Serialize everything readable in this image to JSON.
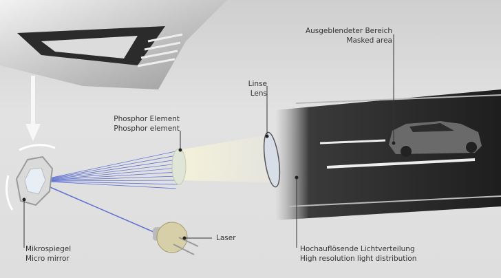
{
  "labels": {
    "masked_area": {
      "de": "Ausgeblendeter Bereich",
      "en": "Masked area"
    },
    "lens": {
      "de": "Linse",
      "en": "Lens"
    },
    "phosphor": {
      "de": "Phosphor Element",
      "en": "Phosphor element"
    },
    "laser": {
      "de": "Laser"
    },
    "micro_mirror": {
      "de": "Mikrospiegel",
      "en": "Micro mirror"
    },
    "light_distribution": {
      "de": "Hochauflösende Lichtverteilung",
      "en": "High resolution light distribution"
    }
  },
  "colors": {
    "laser_beam": "#4a5fd0",
    "background": "#dedede",
    "road": "#2a2a2a"
  }
}
